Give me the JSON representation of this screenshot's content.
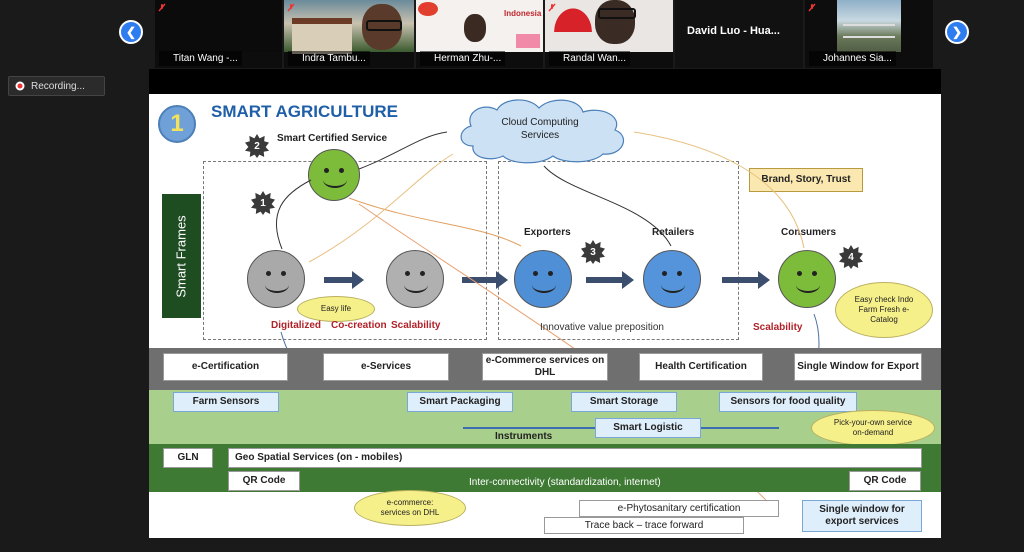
{
  "participants": [
    {
      "name": "Titan Wang -...",
      "scene": "dark"
    },
    {
      "name": "Indra Tambu...",
      "scene": "person-house"
    },
    {
      "name": "Herman Zhu-...",
      "scene": "person-red"
    },
    {
      "name": "Randal Wan...",
      "scene": "person-huawei"
    },
    {
      "name": "David Luo - Hua...",
      "scene": "name-only"
    },
    {
      "name": "Johannes Sia...",
      "scene": "landscape"
    }
  ],
  "participant_overlay": {
    "indonesia_text": "Indonesia"
  },
  "recording": {
    "label": "Recording..."
  },
  "slide": {
    "number": "1",
    "title": "SMART AGRICULTURE",
    "smart_certified_service": "Smart Certified Service",
    "cloud": "Cloud Computing Services",
    "brand_box": "Brand, Story, Trust",
    "side_bar": "Smart Frames",
    "star_labels": [
      "2",
      "1",
      "3",
      "4"
    ],
    "exporters": "Exporters",
    "retailers": "Retailers",
    "consumers": "Consumers",
    "easy_life": "Easy life",
    "easy_check": "Easy check Indo Farm Fresh e-Catalog",
    "digitalized": "Digitalized",
    "co_creation": "Co-creation",
    "scalability_1": "Scalability",
    "innovative": "Innovative value preposition",
    "scalability_2": "Scalability",
    "gray_row": [
      "e-Certification",
      "e-Services",
      "e-Commerce services on DHL",
      "Health Certification",
      "Single Window for Export"
    ],
    "green_row": [
      "Farm Sensors",
      "Smart Packaging",
      "Smart Storage",
      "Sensors for food quality"
    ],
    "smart_logistic": "Smart Logistic",
    "instruments": "Instruments",
    "pick_your_own": "Pick-your-own service on-demand",
    "gln": "GLN",
    "geo_spatial": "Geo Spatial Services (on - mobiles)",
    "qr_code_left": "QR Code",
    "interconnectivity": "Inter-connectivity (standardization, internet)",
    "qr_code_right": "QR Code",
    "ecommerce_bubble": "e-commerce: services on DHL",
    "phytosanitary": "e-Phytosanitary certification",
    "trace_back": "Trace back – trace forward",
    "single_window_services": "Single window for export services"
  },
  "colors": {
    "accent": "#2d7cf0",
    "slide_title": "#1f5fa8",
    "dark_green": "#1f4d22",
    "light_green": "#a9cf8c",
    "gray_band": "#6f6f6f",
    "bubble": "#f6f08a"
  }
}
